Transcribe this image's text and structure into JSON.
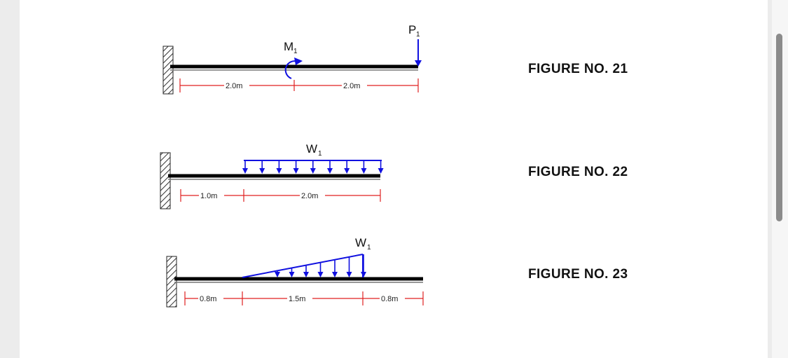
{
  "figures": [
    {
      "label": "FIGURE NO. 21",
      "loads": {
        "moment": "M",
        "moment_sub": "1",
        "point": "P",
        "point_sub": "1"
      },
      "dims": [
        "2.0m",
        "2.0m"
      ]
    },
    {
      "label": "FIGURE NO. 22",
      "loads": {
        "udl": "W",
        "udl_sub": "1"
      },
      "dims": [
        "1.0m",
        "2.0m"
      ]
    },
    {
      "label": "FIGURE NO. 23",
      "loads": {
        "triangular": "W",
        "triangular_sub": "1"
      },
      "dims": [
        "0.8m",
        "1.5m",
        "0.8m"
      ]
    }
  ],
  "colors": {
    "load": "#1010e0",
    "dimension": "#e02020",
    "beam": "#000000"
  }
}
